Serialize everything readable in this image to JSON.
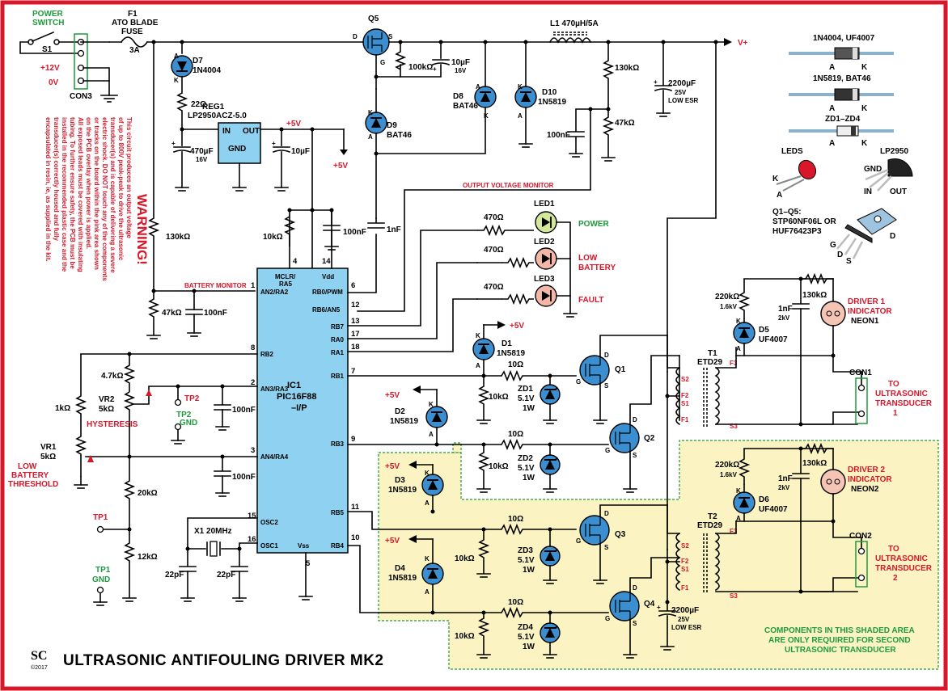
{
  "title": "ULTRASONIC ANTIFOULING DRIVER MK2",
  "logo": {
    "text": "SC",
    "year": "©2017"
  },
  "colors": {
    "border": "#d8172a",
    "ic": "#8ed1f0",
    "shade": "#fbf4c2",
    "shade_border": "#1f9a3c",
    "component": "#3b8fd0",
    "warning": "#d8172a",
    "green": "#1f9a3c"
  },
  "warning": {
    "heading": "WARNING!",
    "lines": [
      "This circuit produces an output voltage",
      "of up to 800V peak-peak to drive the ultrasonic",
      "transducer(s) and is capable of delivering a severe",
      "electric shock. DO NOT touch any of the components",
      "or tracks on the board within the pink area shown",
      "on the PCB overlay when power is applied.",
      "All exposed leads must be covered with insulating",
      "tubing. To further ensure safety, the PCB must be",
      "installed in the recommended plastic case and the",
      "transducer(s) correctly housed and fully",
      "encapsulated in resin, ie, as supplied in the kit."
    ]
  },
  "shaded_note": [
    "COMPONENTS IN THIS SHADED AREA",
    "ARE ONLY REQUIRED FOR SECOND",
    "ULTRASONIC TRANSDUCER"
  ],
  "labels": {
    "power_switch": [
      "POWER",
      "SWITCH"
    ],
    "s1": "S1",
    "plus12": "+12V",
    "zero_v": "0V",
    "con3": "CON3",
    "fuse": [
      "F1",
      "ATO BLADE",
      "FUSE",
      "3A"
    ],
    "d7": [
      "D7",
      "1N4004"
    ],
    "r22": "22Ω",
    "reg1": [
      "REG1",
      "LP2950ACZ-5.0"
    ],
    "reg_in": "IN",
    "reg_out": "OUT",
    "reg_gnd": "GND",
    "c470": [
      "470µF",
      "16V"
    ],
    "c10a": "10µF",
    "plus5": "+5V",
    "q5": "Q5",
    "r100k": "100kΩ",
    "c10b": [
      "10µF",
      "16V"
    ],
    "d9": [
      "D9",
      "BAT46"
    ],
    "d8": [
      "D8",
      "BAT46"
    ],
    "d10": [
      "D10",
      "1N5819"
    ],
    "l1": "L1 470µH/5A",
    "r130k_top": "130kΩ",
    "r47k_top": "47kΩ",
    "c100n_top": "100nF",
    "c2200_top": [
      "2200µF",
      "25V",
      "LOW ESR"
    ],
    "vplus": "V+",
    "out_mon": "OUTPUT VOLTAGE MONITOR",
    "batt_mon": "BATTERY MONITOR",
    "r130k_left": "130kΩ",
    "r47k_left": "47kΩ",
    "c100n_left": "100nF",
    "r10k_mclr": "10kΩ",
    "c100n_vdd": "100nF",
    "c1n": "1nF",
    "ic1": [
      "IC1",
      "PIC16F88",
      "–I/P"
    ],
    "ic_pins_left": [
      {
        "n": "1",
        "name": "AN2/RA2"
      },
      {
        "n": "8",
        "name": "RB2"
      },
      {
        "n": "2",
        "name": "AN3/RA3"
      },
      {
        "n": "3",
        "name": "AN4/RA4"
      },
      {
        "n": "15",
        "name": "OSC2"
      },
      {
        "n": "16",
        "name": "OSC1"
      }
    ],
    "ic_pins_right": [
      {
        "n": "6",
        "name": "RB0/PWM"
      },
      {
        "n": "12",
        "name": "RB6/AN5"
      },
      {
        "n": "13",
        "name": "RB7"
      },
      {
        "n": "17",
        "name": "RA0"
      },
      {
        "n": "18",
        "name": "RA1"
      },
      {
        "n": "7",
        "name": "RB1"
      },
      {
        "n": "9",
        "name": "RB3"
      },
      {
        "n": "11",
        "name": "RB5"
      },
      {
        "n": "10",
        "name": "RB4"
      }
    ],
    "ic_pin4": "4",
    "ic_pin14": "14",
    "ic_pin5": "5",
    "mclr": [
      "MCLR/",
      "RA5"
    ],
    "vdd": "Vdd",
    "vss": "Vss",
    "led1": [
      "LED1",
      "POWER"
    ],
    "led2": [
      "LED2",
      "LOW",
      "BATTERY"
    ],
    "led3": [
      "LED3",
      "FAULT"
    ],
    "r470": "470Ω",
    "d1": [
      "D1",
      "1N5819"
    ],
    "r10a": "10Ω",
    "r10k": "10kΩ",
    "zd": [
      "5.1V",
      "1W"
    ],
    "zd1": "ZD1",
    "zd2": "ZD2",
    "zd3": "ZD3",
    "zd4": "ZD4",
    "q1": "Q1",
    "q2": "Q2",
    "q3": "Q3",
    "q4": "Q4",
    "d2": [
      "D2",
      "1N5819"
    ],
    "d3": [
      "D3",
      "1N5819"
    ],
    "d4": [
      "D4",
      "1N5819"
    ],
    "r4k7": "4.7kΩ",
    "vr2": [
      "VR2",
      "5kΩ"
    ],
    "hysteresis": "HYSTERESIS",
    "tp2": "TP2",
    "tp2gnd": [
      "TP2",
      "GND"
    ],
    "c100n_vr2": "100nF",
    "r1k": "1kΩ",
    "vr1": [
      "VR1",
      "5kΩ"
    ],
    "low_batt_thr": [
      "LOW",
      "BATTERY",
      "THRESHOLD"
    ],
    "c100n_vr1": "100nF",
    "r20k": "20kΩ",
    "r12k": "12kΩ",
    "tp1": "TP1",
    "tp1gnd": [
      "TP1",
      "GND"
    ],
    "x1": "X1 20MHz",
    "c22p": "22pF",
    "t1": [
      "T1",
      "ETD29"
    ],
    "t2": [
      "T2",
      "ETD29"
    ],
    "f1": "F1",
    "f2": "F2",
    "f3": "F3",
    "s1t": "S1",
    "s2": "S2",
    "s3": "S3",
    "r220k": [
      "220kΩ",
      "1.6kV"
    ],
    "r130k_drv": "130kΩ",
    "c1n2kv": [
      "1nF",
      "2kV"
    ],
    "d5": [
      "D5",
      "UF4007"
    ],
    "d6": [
      "D6",
      "UF4007"
    ],
    "driver1": [
      "DRIVER 1",
      "INDICATOR"
    ],
    "neon1": "NEON1",
    "driver2": [
      "DRIVER 2",
      "INDICATOR"
    ],
    "neon2": "NEON2",
    "con1": "CON1",
    "con2": "CON2",
    "to_trans1": [
      "TO",
      "ULTRASONIC",
      "TRANSDUCER",
      "1"
    ],
    "to_trans2": [
      "TO",
      "ULTRASONIC",
      "TRANSDUCER",
      "2"
    ],
    "c2200_bot": [
      "2200µF",
      "25V",
      "LOW ESR"
    ],
    "anode": "A",
    "cathode": "K",
    "mos_g": "G",
    "mos_d": "D",
    "mos_s": "S"
  },
  "legend": {
    "diode1": "1N4004, UF4007",
    "diode2": "1N5819, BAT46",
    "zener": "ZD1–ZD4",
    "leds": "LEDS",
    "lp2950": "LP2950",
    "lp_gnd": "GND",
    "lp_in": "IN",
    "lp_out": "OUT",
    "q_title": [
      "Q1–Q5:",
      "STP60NF06L OR",
      "HUF76423P3"
    ],
    "q_pins": [
      "G",
      "D",
      "S",
      "D"
    ]
  }
}
